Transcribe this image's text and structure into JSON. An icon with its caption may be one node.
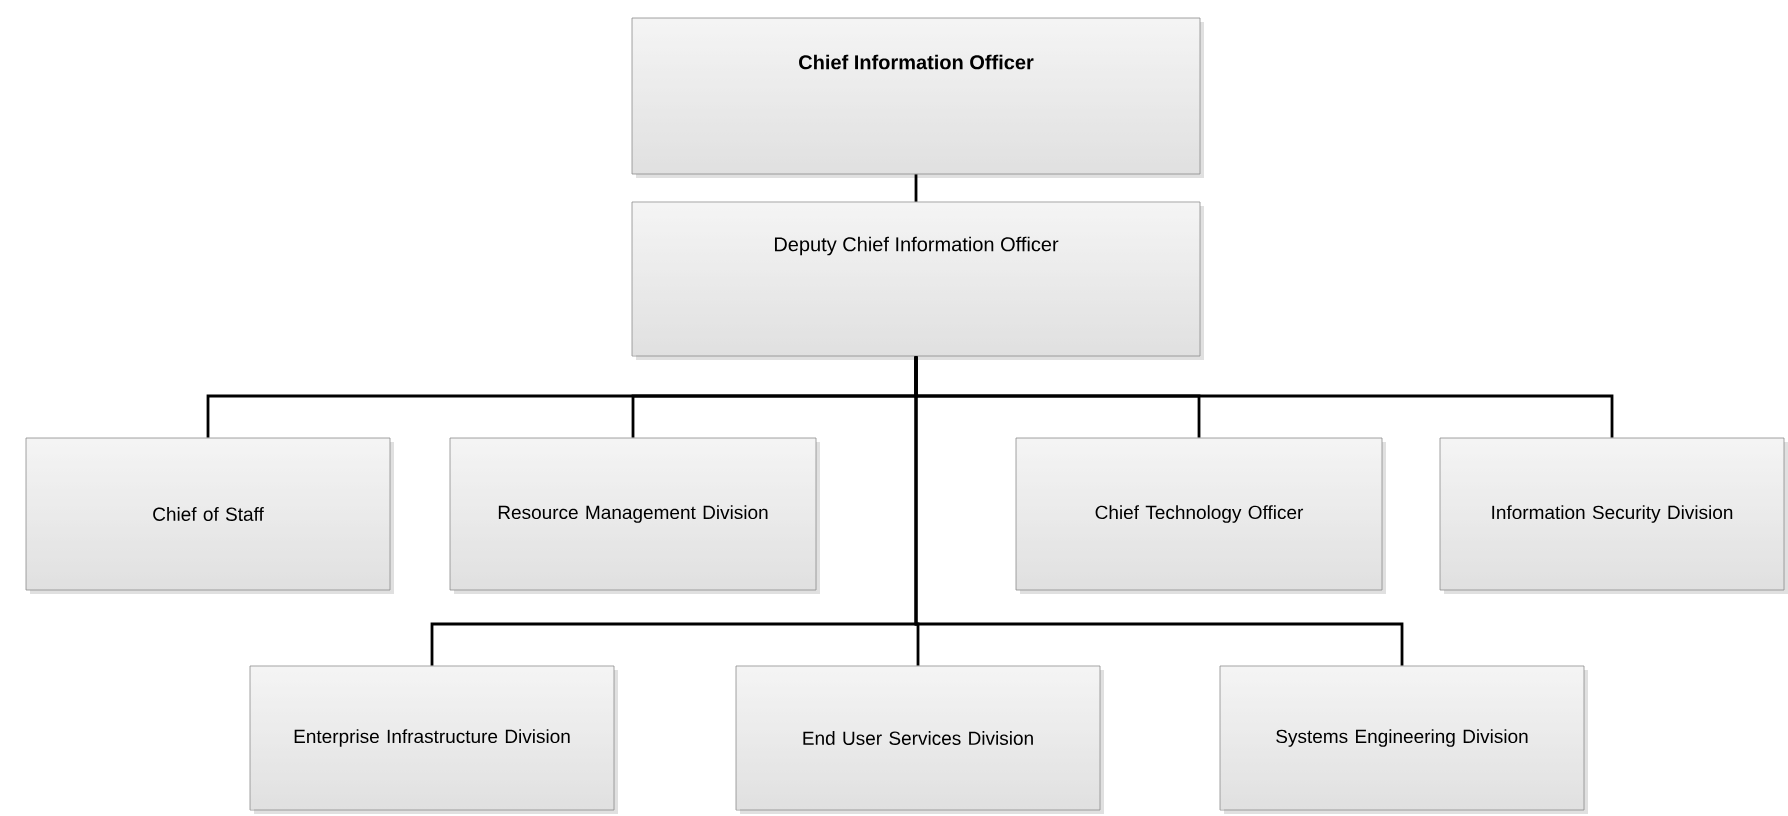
{
  "diagram": {
    "nodes": [
      {
        "text": [
          "Chief Information Officer"
        ]
      },
      {
        "text": [
          "Deputy Chief Information Officer"
        ]
      },
      {
        "text": [
          "Chief of Staff"
        ]
      },
      {
        "text": [
          "Resource Management Division"
        ]
      },
      {
        "text": [
          "Chief Technology Officer"
        ]
      },
      {
        "text": [
          "Information Security Division"
        ]
      },
      {
        "text": [
          "Enterprise Infrastructure Division"
        ]
      },
      {
        "text": [
          "End User Services Division"
        ]
      },
      {
        "text": [
          "Systems Engineering Division"
        ]
      }
    ],
    "edges": [
      {
        "from": 0,
        "to": 1,
        "arrow": "none"
      },
      {
        "from": 1,
        "to": 2,
        "arrow": "none"
      },
      {
        "from": 1,
        "to": 3,
        "arrow": "none"
      },
      {
        "from": 1,
        "to": 4,
        "arrow": "none"
      },
      {
        "from": 1,
        "to": 5,
        "arrow": "none"
      },
      {
        "from": 1,
        "to": 6,
        "arrow": "none"
      },
      {
        "from": 1,
        "to": 7,
        "arrow": "none"
      },
      {
        "from": 1,
        "to": 8,
        "arrow": "none"
      }
    ]
  }
}
